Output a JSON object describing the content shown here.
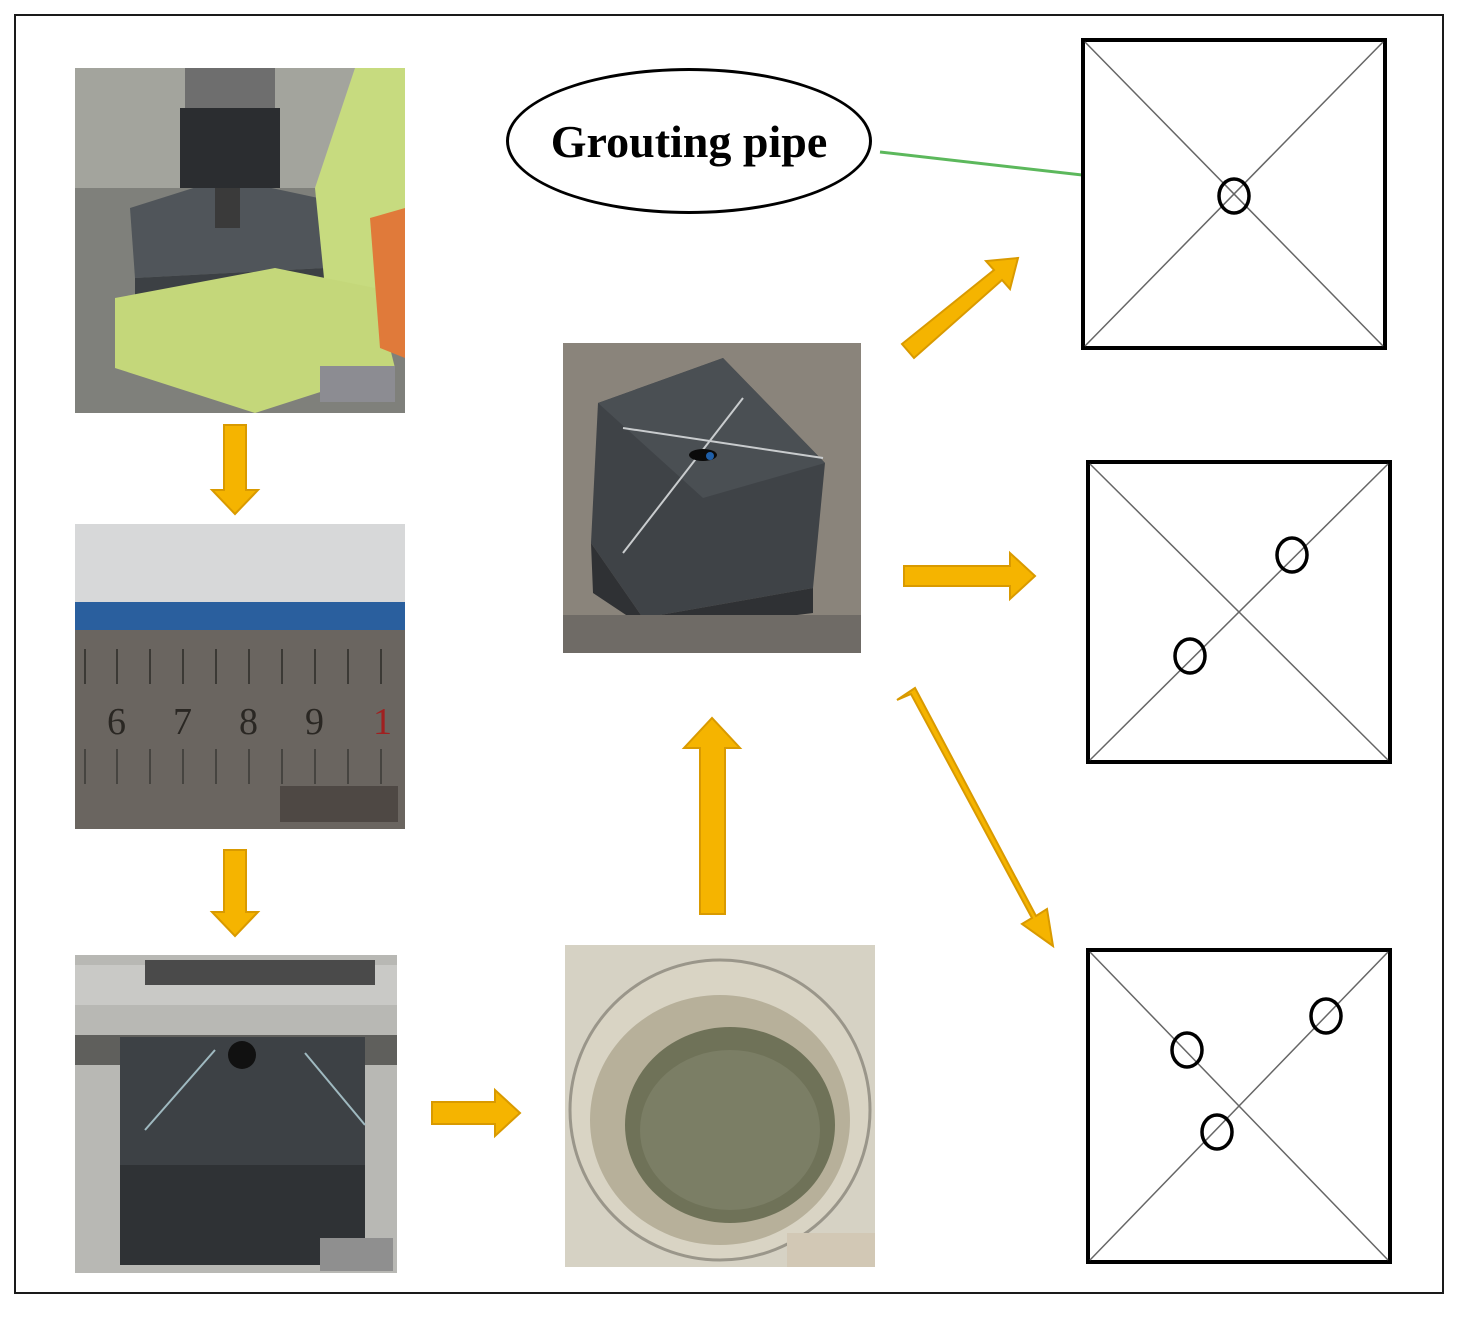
{
  "diagram": {
    "callout_label": "Grouting pipe",
    "ruler_numbers": [
      "6",
      "7",
      "8",
      "9",
      "1"
    ],
    "colors": {
      "arrow": "#f5b400",
      "arrow_outline": "#d99a00",
      "pointer": "#5cb85c",
      "frame": "#1a1a1a"
    },
    "steps": [
      {
        "id": "drilling",
        "icon": "drill-photo"
      },
      {
        "id": "measuring",
        "icon": "ruler-photo"
      },
      {
        "id": "drilled-specimen",
        "icon": "specimen-photo"
      },
      {
        "id": "grout-mixing",
        "icon": "grout-bowl-photo"
      },
      {
        "id": "grouted-specimen",
        "icon": "grouted-cube-photo"
      }
    ],
    "layouts": [
      {
        "id": "one-pipe",
        "holes": 1
      },
      {
        "id": "two-pipes",
        "holes": 2
      },
      {
        "id": "three-pipes",
        "holes": 3
      }
    ]
  }
}
